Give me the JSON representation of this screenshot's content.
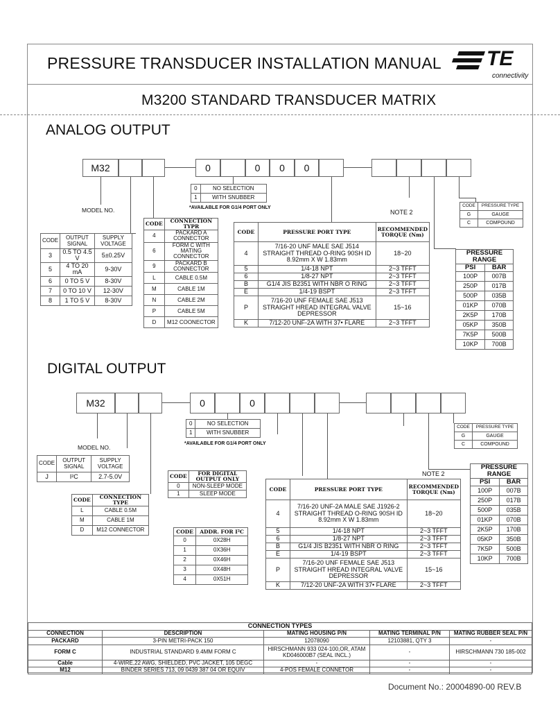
{
  "header": {
    "title": "PRESSURE TRANSDUCER INSTALLATION MANUAL",
    "subtitle": "M3200 STANDARD TRANSDUCER MATRIX",
    "logo_text": "TE",
    "logo_sub": "connectivity"
  },
  "analog": {
    "section_title": "ANALOG OUTPUT",
    "model_prefix": "M32",
    "fixed_zero": "0",
    "model_label": "MODEL NO.",
    "snubber": {
      "rows": [
        [
          "0",
          "NO SELECTION"
        ],
        [
          "1",
          "WITH SNUBBER"
        ]
      ],
      "note": "*AVAILABLE FOR G1/4 PORT ONLY"
    },
    "output_table": {
      "headers": [
        "CODE",
        "OUTPUT SIGNAL",
        "SUPPLY VOLTAGE"
      ],
      "rows": [
        [
          "3",
          "0.5 TO 4.5 V",
          "5±0.25V"
        ],
        [
          "5",
          "4 TO 20 mA",
          "9-30V"
        ],
        [
          "6",
          "0 TO 5 V",
          "8-30V"
        ],
        [
          "7",
          "0 TO 10 V",
          "12-30V"
        ],
        [
          "8",
          "1 TO 5 V",
          "8-30V"
        ]
      ]
    },
    "connection_table": {
      "headers": [
        "CODE",
        "CONNECTION TYPR"
      ],
      "rows": [
        [
          "4",
          "PACKARD A CONNECTOR"
        ],
        [
          "6",
          "FORM C WITH MATING CONNECTOR"
        ],
        [
          "9",
          "PACKARD B CONNECTOR"
        ],
        [
          "L",
          "CABLE 0.5M"
        ],
        [
          "M",
          "CABLE 1M"
        ],
        [
          "N",
          "CABLE 2M"
        ],
        [
          "P",
          "CABLE 5M"
        ],
        [
          "D",
          "M12 COONECTOR"
        ]
      ]
    },
    "note2": "NOTE 2",
    "port_table": {
      "headers": [
        "CODE",
        "PRESSURE PORT TYPE",
        "RECOMMENDED TORQUE (Nm)"
      ],
      "rows": [
        [
          "4",
          "7/16-20 UNF MALE SAE J514 STRAIGHT THREAD O-RING 90SH ID 8.92mm X W 1.83mm",
          "18~20"
        ],
        [
          "5",
          "1/4-18 NPT",
          "2~3 TFFT"
        ],
        [
          "6",
          "1/8-27 NPT",
          "2~3 TFFT"
        ],
        [
          "B",
          "G1/4 JIS B2351 WITH NBR O RING",
          "2~3 TFFT"
        ],
        [
          "E",
          "1/4-19 BSPT",
          "2~3 TFFT"
        ],
        [
          "P",
          "7/16-20 UNF FEMALE SAE J513 STRAIGHT HREAD INTEGRAL VALVE DEPRESSOR",
          "15~16"
        ],
        [
          "K",
          "7/12-20 UNF-2A WITH 37• FLARE",
          "2~3 TFFT"
        ]
      ]
    },
    "ptype_table": {
      "headers": [
        "CODE",
        "PRESSURE TYPE"
      ],
      "rows": [
        [
          "G",
          "GAUGE"
        ],
        [
          "C",
          "COMPOUND"
        ]
      ]
    },
    "range_table": {
      "title": "PRESSURE RANGE",
      "headers": [
        "PSI",
        "BAR"
      ],
      "rows": [
        [
          "100P",
          "007B"
        ],
        [
          "250P",
          "017B"
        ],
        [
          "500P",
          "035B"
        ],
        [
          "01KP",
          "070B"
        ],
        [
          "2K5P",
          "170B"
        ],
        [
          "05KP",
          "350B"
        ],
        [
          "7K5P",
          "500B"
        ],
        [
          "10KP",
          "700B"
        ]
      ]
    }
  },
  "digital": {
    "section_title": "DIGITAL OUTPUT",
    "model_prefix": "M32",
    "fixed_zero": "0",
    "model_label": "MODEL NO.",
    "snubber": {
      "rows": [
        [
          "0",
          "NO SELECTION"
        ],
        [
          "1",
          "WITH SNUBBER"
        ]
      ],
      "note": "*AVAILABLE FOR G1/4 PORT ONLY"
    },
    "output_table": {
      "headers": [
        "CODE",
        "OUTPUT SIGNAL",
        "SUPPLY VOLTAGE"
      ],
      "rows": [
        [
          "J",
          "I²C",
          "2.7-5.0V"
        ]
      ]
    },
    "connection_table": {
      "headers": [
        "CODE",
        "CONNECTION TYPE"
      ],
      "rows": [
        [
          "L",
          "CABLE 0.5M"
        ],
        [
          "M",
          "CABLE 1M"
        ],
        [
          "D",
          "M12 CONNECTOR"
        ]
      ]
    },
    "sleep_table": {
      "headers": [
        "CODE",
        "FOR DIGITAL OUTPUT ONLY"
      ],
      "rows": [
        [
          "0",
          "NON-SLEEP MODE"
        ],
        [
          "1",
          "SLEEP MODE"
        ]
      ]
    },
    "addr_table": {
      "headers": [
        "CODE",
        "ADDR. FOR I²C"
      ],
      "rows": [
        [
          "0",
          "0X28H"
        ],
        [
          "1",
          "0X36H"
        ],
        [
          "2",
          "0X46H"
        ],
        [
          "3",
          "0X48H"
        ],
        [
          "4",
          "0X51H"
        ]
      ]
    },
    "note2": "NOTE 2",
    "port_table": {
      "headers": [
        "CODE",
        "PRESSURE PORT TYPE",
        "RECOMMENDED TORQUE (Nm)"
      ],
      "rows": [
        [
          "4",
          "7/16-20 UNF-2A MALE SAE J1926-2 STRAIGHT THREAD O-RING 90SH ID 8.92mm X W 1.83mm",
          "18~20"
        ],
        [
          "5",
          "1/4-18 NPT",
          "2~3 TFFT"
        ],
        [
          "6",
          "1/8-27 NPT",
          "2~3 TFFT"
        ],
        [
          "B",
          "G1/4 JIS B2351 WITH NBR O RING",
          "2~3 TFFT"
        ],
        [
          "E",
          "1/4-19 BSPT",
          "2~3 TFFT"
        ],
        [
          "P",
          "7/16-20 UNF FEMALE SAE J513 STRAIGHT HREAD INTEGRAL VALVE DEPRESSOR",
          "15~16"
        ],
        [
          "K",
          "7/12-20 UNF-2A WITH 37• FLARE",
          "2~3 TFFT"
        ]
      ]
    },
    "ptype_table": {
      "headers": [
        "CODE",
        "PRESSURE TYPE"
      ],
      "rows": [
        [
          "G",
          "GAUGE"
        ],
        [
          "C",
          "COMPOUND"
        ]
      ]
    },
    "range_table": {
      "title": "PRESSURE RANGE",
      "headers": [
        "PSI",
        "BAR"
      ],
      "rows": [
        [
          "100P",
          "007B"
        ],
        [
          "250P",
          "017B"
        ],
        [
          "500P",
          "035B"
        ],
        [
          "01KP",
          "070B"
        ],
        [
          "2K5P",
          "170B"
        ],
        [
          "05KP",
          "350B"
        ],
        [
          "7K5P",
          "500B"
        ],
        [
          "10KP",
          "700B"
        ]
      ]
    }
  },
  "conn_types": {
    "title": "CONNECTION TYPES",
    "headers": [
      "CONNECTION",
      "DESCRIPTION",
      "MATING HOUSING P/N",
      "MATING TERMINAL P/N",
      "MATING RUBBER SEAL P/N"
    ],
    "rows": [
      [
        "PACKARD",
        "3-PIN METRI-PACK 150",
        "12078090",
        "12103881, QTY 3",
        "-"
      ],
      [
        "FORM C",
        "INDUSTRIAL STANDARD 9.4MM FORM C",
        "HIRSCHMANN 933 024-100,OR, ATAM KD046000B7 (SEAL INCL.)",
        "-",
        "HIRSCHMANN 730 185-002"
      ],
      [
        "Cable",
        "4-WIRE,22 AWG, SHIELDED, PVC JACKET, 105 DEGC",
        "-",
        "-",
        "-"
      ],
      [
        "M12",
        "BINDER SERIES 713, 09 0439 387 04 OR EQUIV",
        "4-POS FEMALE CONNETOR",
        "-",
        "-"
      ]
    ]
  },
  "footer": {
    "doc_no": "Document No.: 20004890-00  REV.B"
  }
}
